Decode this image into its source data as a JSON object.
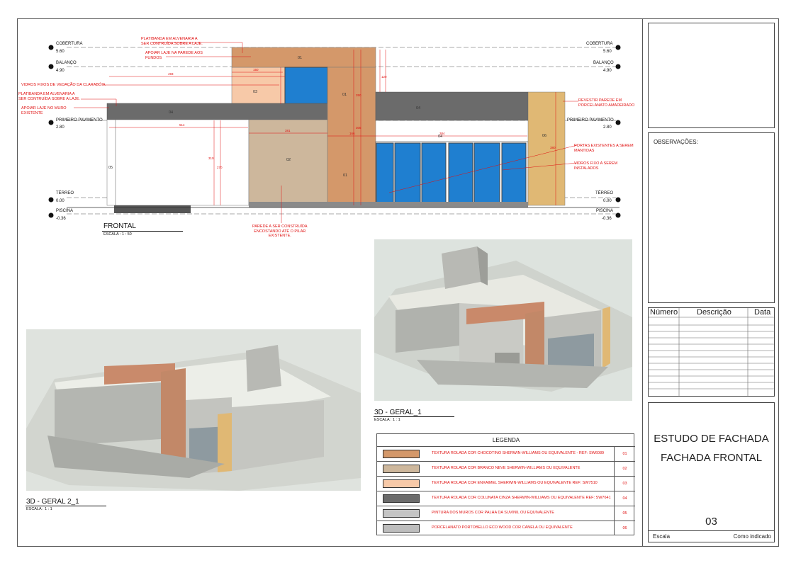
{
  "levels": {
    "cobertura": {
      "name": "COBERTURA",
      "value": "5.60"
    },
    "balanco": {
      "name": "BALANÇO",
      "value": "4.90"
    },
    "primeiro": {
      "name": "PRIMEIRO PAVIMENTO",
      "value": "2.80"
    },
    "terreo": {
      "name": "TÉRREO",
      "value": "0.00"
    },
    "piscina": {
      "name": "PISCINA",
      "value": "-0.36"
    }
  },
  "notes": {
    "platibanda_top": "PLATIBANDA EM ALVENARIA A\nSER CONTRUÍDA SOBRE A LAJE.",
    "apoiar_laje_parede": "APOIAR LAJE NA PAREDE AOS\nFUNDOS",
    "vidros_fixos_vedacao": "VIDROS FIXOS DE VEDAÇÃO DA CLARABÓIA",
    "platibanda_left": "PLATIBANDA EM ALVENARIA A\nSER CONTRUÍDA SOBRE A LAJE.",
    "apoiar_laje_muro": "APOIAR LAJE NO MURO\nEXISTENTE",
    "revestir_parede": "REVESTIR PAREDE EM\nPORCELANATO AMADEIRADO",
    "portas_existentes": "PORTAS EXISTENTES A SEREM\nMANTIDAS",
    "vidros_fixo": "VIDROS FIXO A SEREM\nINSTALADOS",
    "parede_construida": "PAREDE A SER CONSTRUÍDA\nENCOSTANDO ATÉ O PILAR\nEXISTENTE."
  },
  "tags": {
    "t01": "01",
    "t02": "02",
    "t03": "03",
    "t04": "04",
    "t05": "05",
    "t06": "06"
  },
  "views": {
    "frontal": {
      "title": "FRONTAL",
      "scale": "ESCALA : 1 : 50"
    },
    "geral1": {
      "title": "3D - GERAL_1",
      "scale": "ESCALA : 1 : 1"
    },
    "geral2": {
      "title": "3D - GERAL 2_1",
      "scale": "ESCALA : 1 : 1"
    }
  },
  "legend": {
    "title": "LEGENDA",
    "items": [
      {
        "text": "TEXTURA ROLADA COR CHOCOTINO SHERWIN-WILLIAMS OU EQUIVALENTE - REF: SW6089",
        "code": "01",
        "color": "#d4986a"
      },
      {
        "text": "TEXTURA ROLADA COR BRANCO NEVE SHERWIN-WILLIAMS OU EQUIVALENTE",
        "code": "02",
        "color": "#cdb79c"
      },
      {
        "text": "TEXTURA ROLADA COR ENXAIMEL SHERWIN-WILLIAMS OU EQUIVALENTE REF: SW7510",
        "code": "03",
        "color": "#f7c9a8"
      },
      {
        "text": "TEXTURA ROLADA COR COLUNATA CINZA SHERWIN-WILLIAMS OU EQUIVALENTE REF: SW7641",
        "code": "04",
        "color": "#6b6b6b"
      },
      {
        "text": "PINTURA DOS MUROS COR PALHA DA SUVINIL OU EQUIVALENTE",
        "code": "05",
        "color": "#c4c4c4"
      },
      {
        "text": "PORCELANATO PORTOBELLO ECO WOOD COR CANELA OU EQUIVALENTE",
        "code": "06",
        "color": "#bdbdbd"
      }
    ]
  },
  "title_block": {
    "observacoes": "OBSERVAÇÕES:",
    "rev_headers": [
      "Número",
      "Descrição",
      "Data"
    ],
    "project": "ESTUDO DE FACHADA",
    "sheet_name": "FACHADA FRONTAL",
    "sheet_number": "03",
    "scale_label": "Escala",
    "scale_value": "Como indicado"
  },
  "colors": {
    "orange": "#d4986a",
    "beige": "#cdb79c",
    "peach": "#f7c9a8",
    "gray": "#6b6b6b",
    "glass": "#1f7fd0",
    "wood": "#e0b874",
    "red": "#e01010"
  }
}
